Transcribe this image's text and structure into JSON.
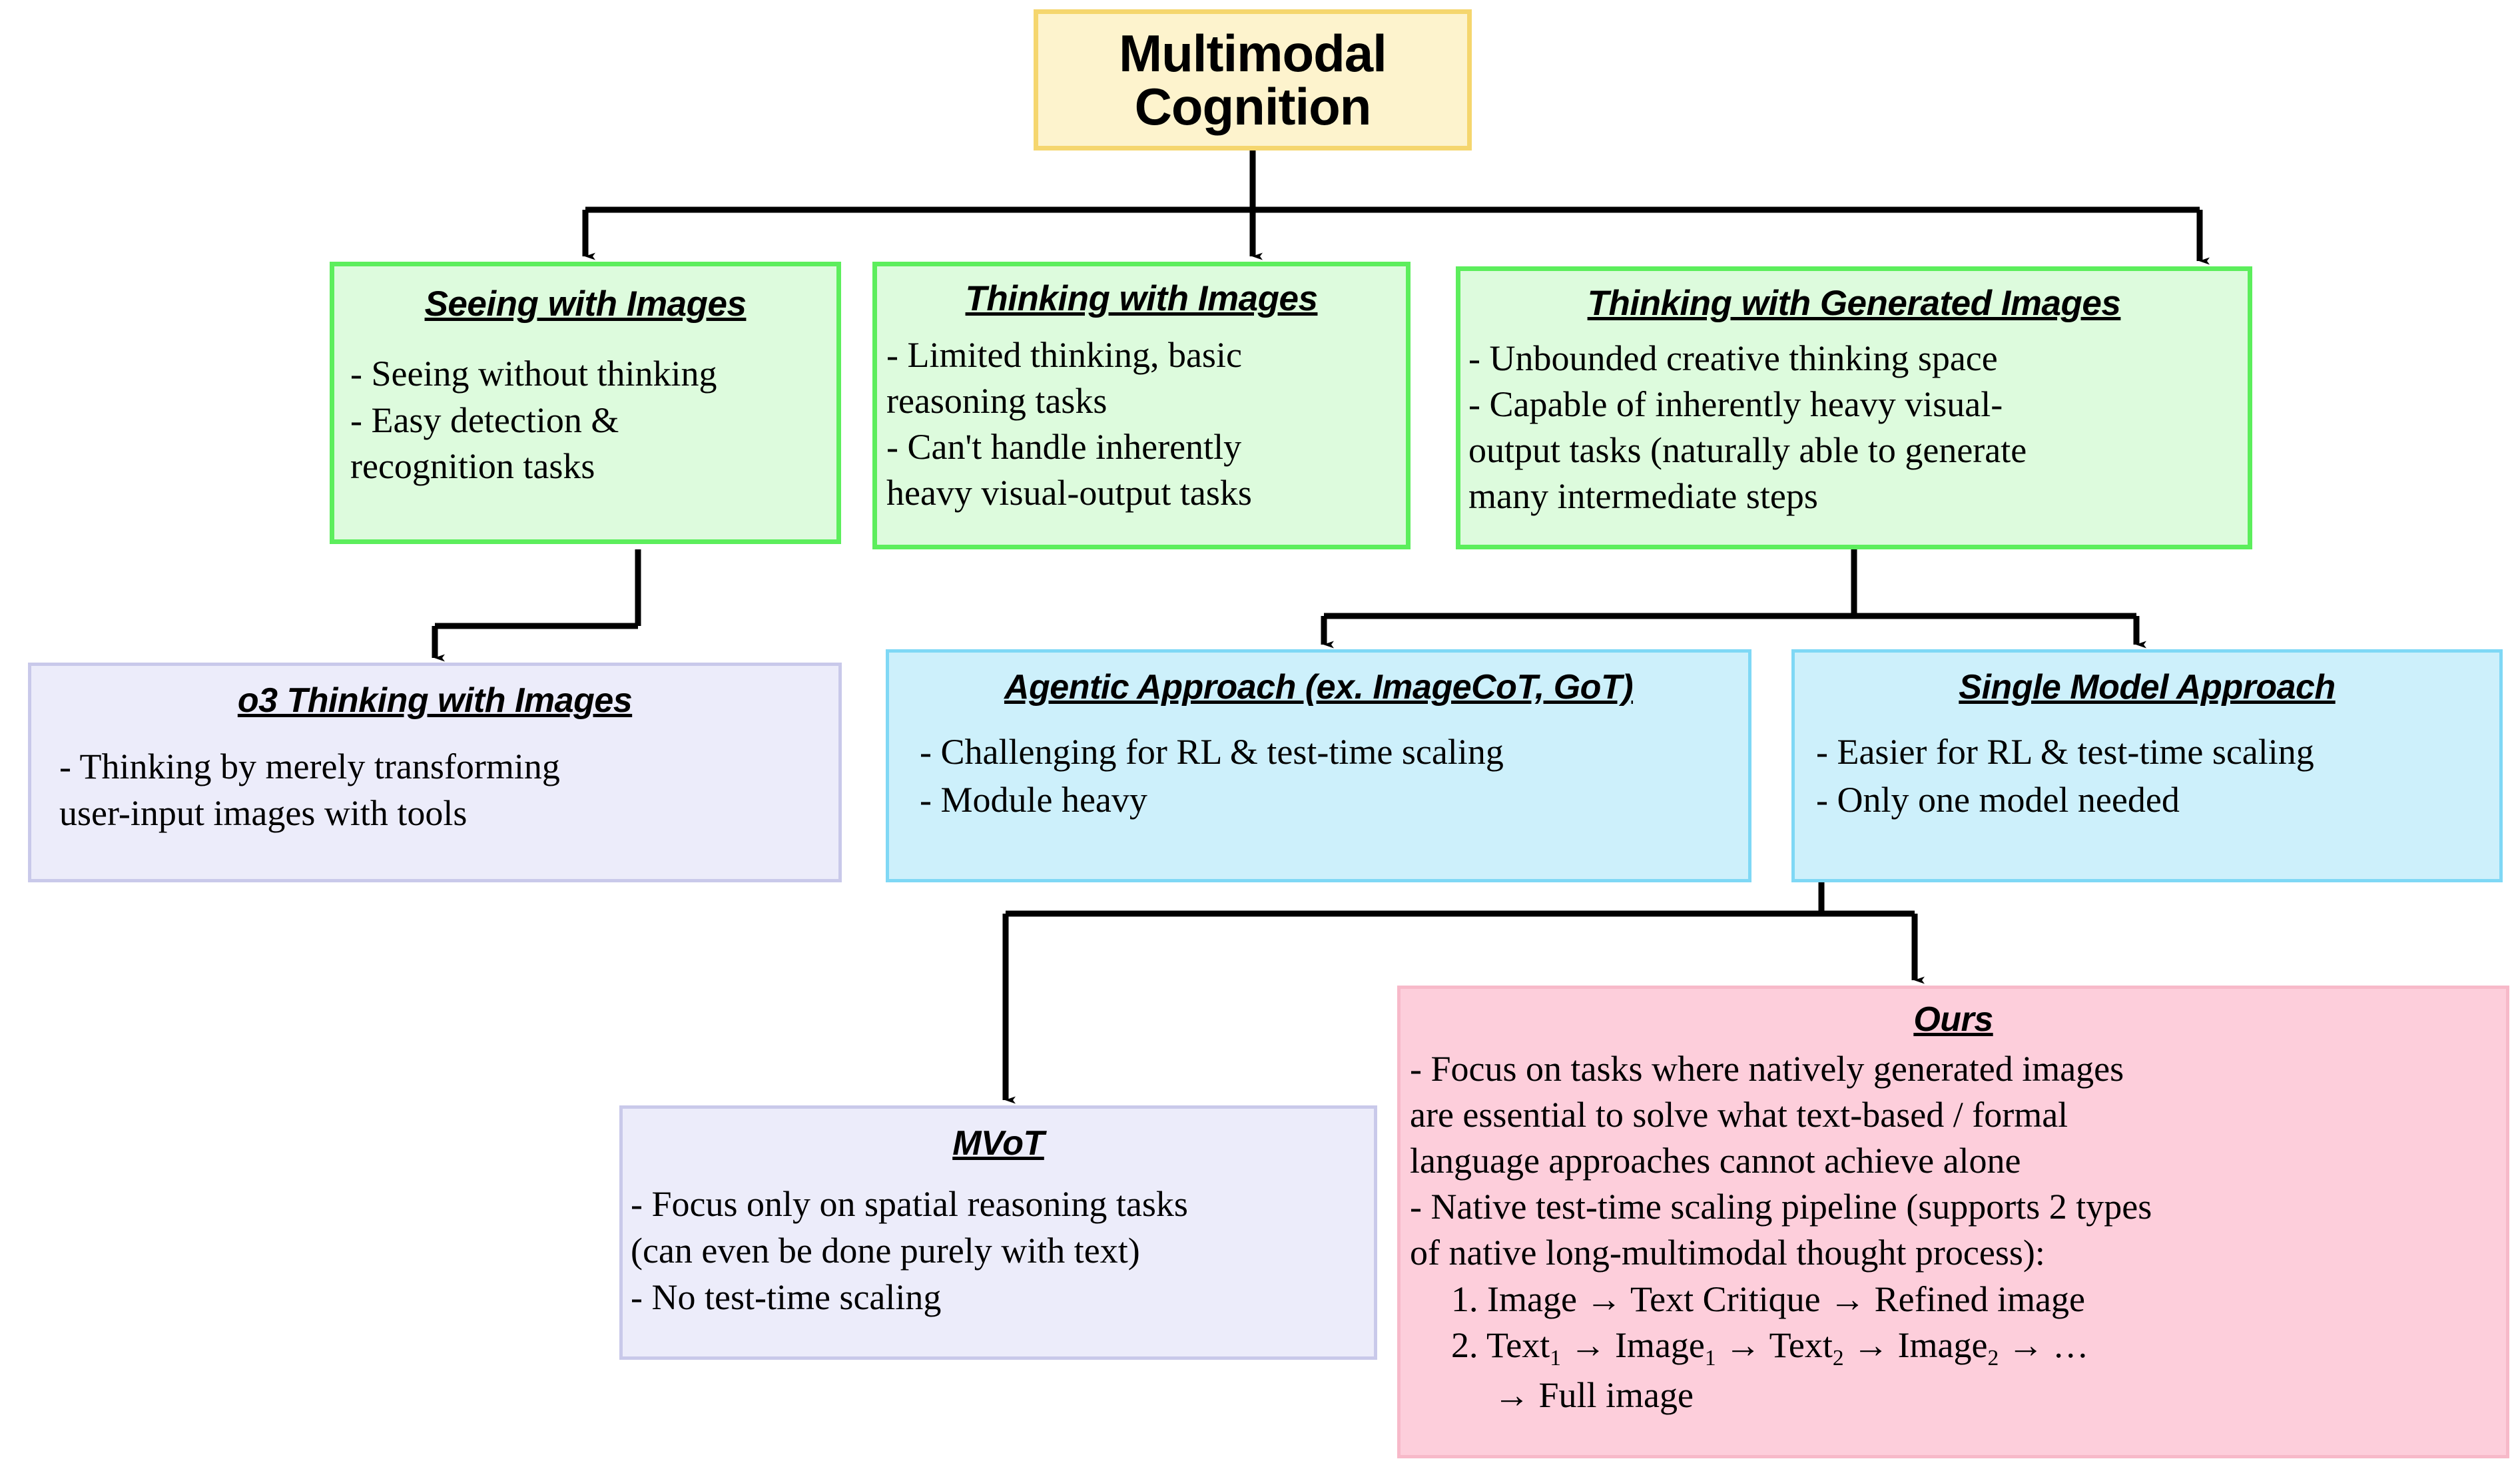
{
  "diagram": {
    "title": "Multimodal Cognition taxonomy",
    "colors": {
      "root_fill": "#fdf3cd",
      "root_border": "#f5d66e",
      "green_fill": "#ddfbdd",
      "green_border": "#5cee5c",
      "lavender_fill": "#ececfa",
      "lavender_border": "#c9c9ea",
      "cyan_fill": "#cdf0fb",
      "cyan_border": "#7fd8f5",
      "pink_fill": "#fdcedb",
      "pink_border": "#f7b9c9",
      "connector": "#000000"
    },
    "root": {
      "line1": "Multimodal",
      "line2": "Cognition"
    },
    "nodes": {
      "seeing_with_images": {
        "title": "Seeing with Images",
        "lines": [
          "- Seeing without thinking",
          "- Easy detection &",
          "recognition tasks"
        ]
      },
      "thinking_with_images": {
        "title": "Thinking with Images",
        "lines": [
          "- Limited thinking, basic",
          "reasoning tasks",
          "- Can't handle inherently",
          "heavy visual-output tasks"
        ]
      },
      "thinking_with_generated_images": {
        "title": "Thinking with Generated Images",
        "lines": [
          "- Unbounded creative thinking space",
          "- Capable of inherently heavy visual-",
          "output tasks (naturally able to generate",
          "many intermediate steps"
        ]
      },
      "o3_thinking_with_images": {
        "title": "o3 Thinking with Images",
        "lines": [
          "- Thinking by merely transforming",
          "user-input images with tools"
        ]
      },
      "agentic_approach": {
        "title": "Agentic Approach (ex. ImageCoT, GoT)",
        "lines": [
          "- Challenging for RL & test-time scaling",
          "- Module heavy"
        ]
      },
      "single_model_approach": {
        "title": "Single Model Approach",
        "lines": [
          "- Easier for RL & test-time scaling",
          "- Only one model needed"
        ]
      },
      "mvot": {
        "title": "MVoT",
        "lines": [
          "- Focus only on spatial reasoning tasks",
          "(can even be done purely with text)",
          "- No test-time scaling"
        ]
      },
      "ours": {
        "title": "Ours",
        "lines": [
          "- Focus on tasks where natively generated images",
          "are essential to solve what text-based / formal",
          "language approaches cannot achieve alone",
          "- Native test-time scaling pipeline (supports 2 types",
          "of native long-multimodal thought process):"
        ],
        "numbered": [
          "1. Image → Text Critique → Refined image"
        ],
        "numbered2_prefix": "2. Text",
        "numbered2_sub1": "1",
        "numbered2_mid1": " → Image",
        "numbered2_sub2": "1",
        "numbered2_mid2": " → Text",
        "numbered2_sub3": "2",
        "numbered2_mid3": " → Image",
        "numbered2_sub4": "2",
        "numbered2_tail": " → …",
        "continuation": "→ Full image"
      }
    }
  }
}
